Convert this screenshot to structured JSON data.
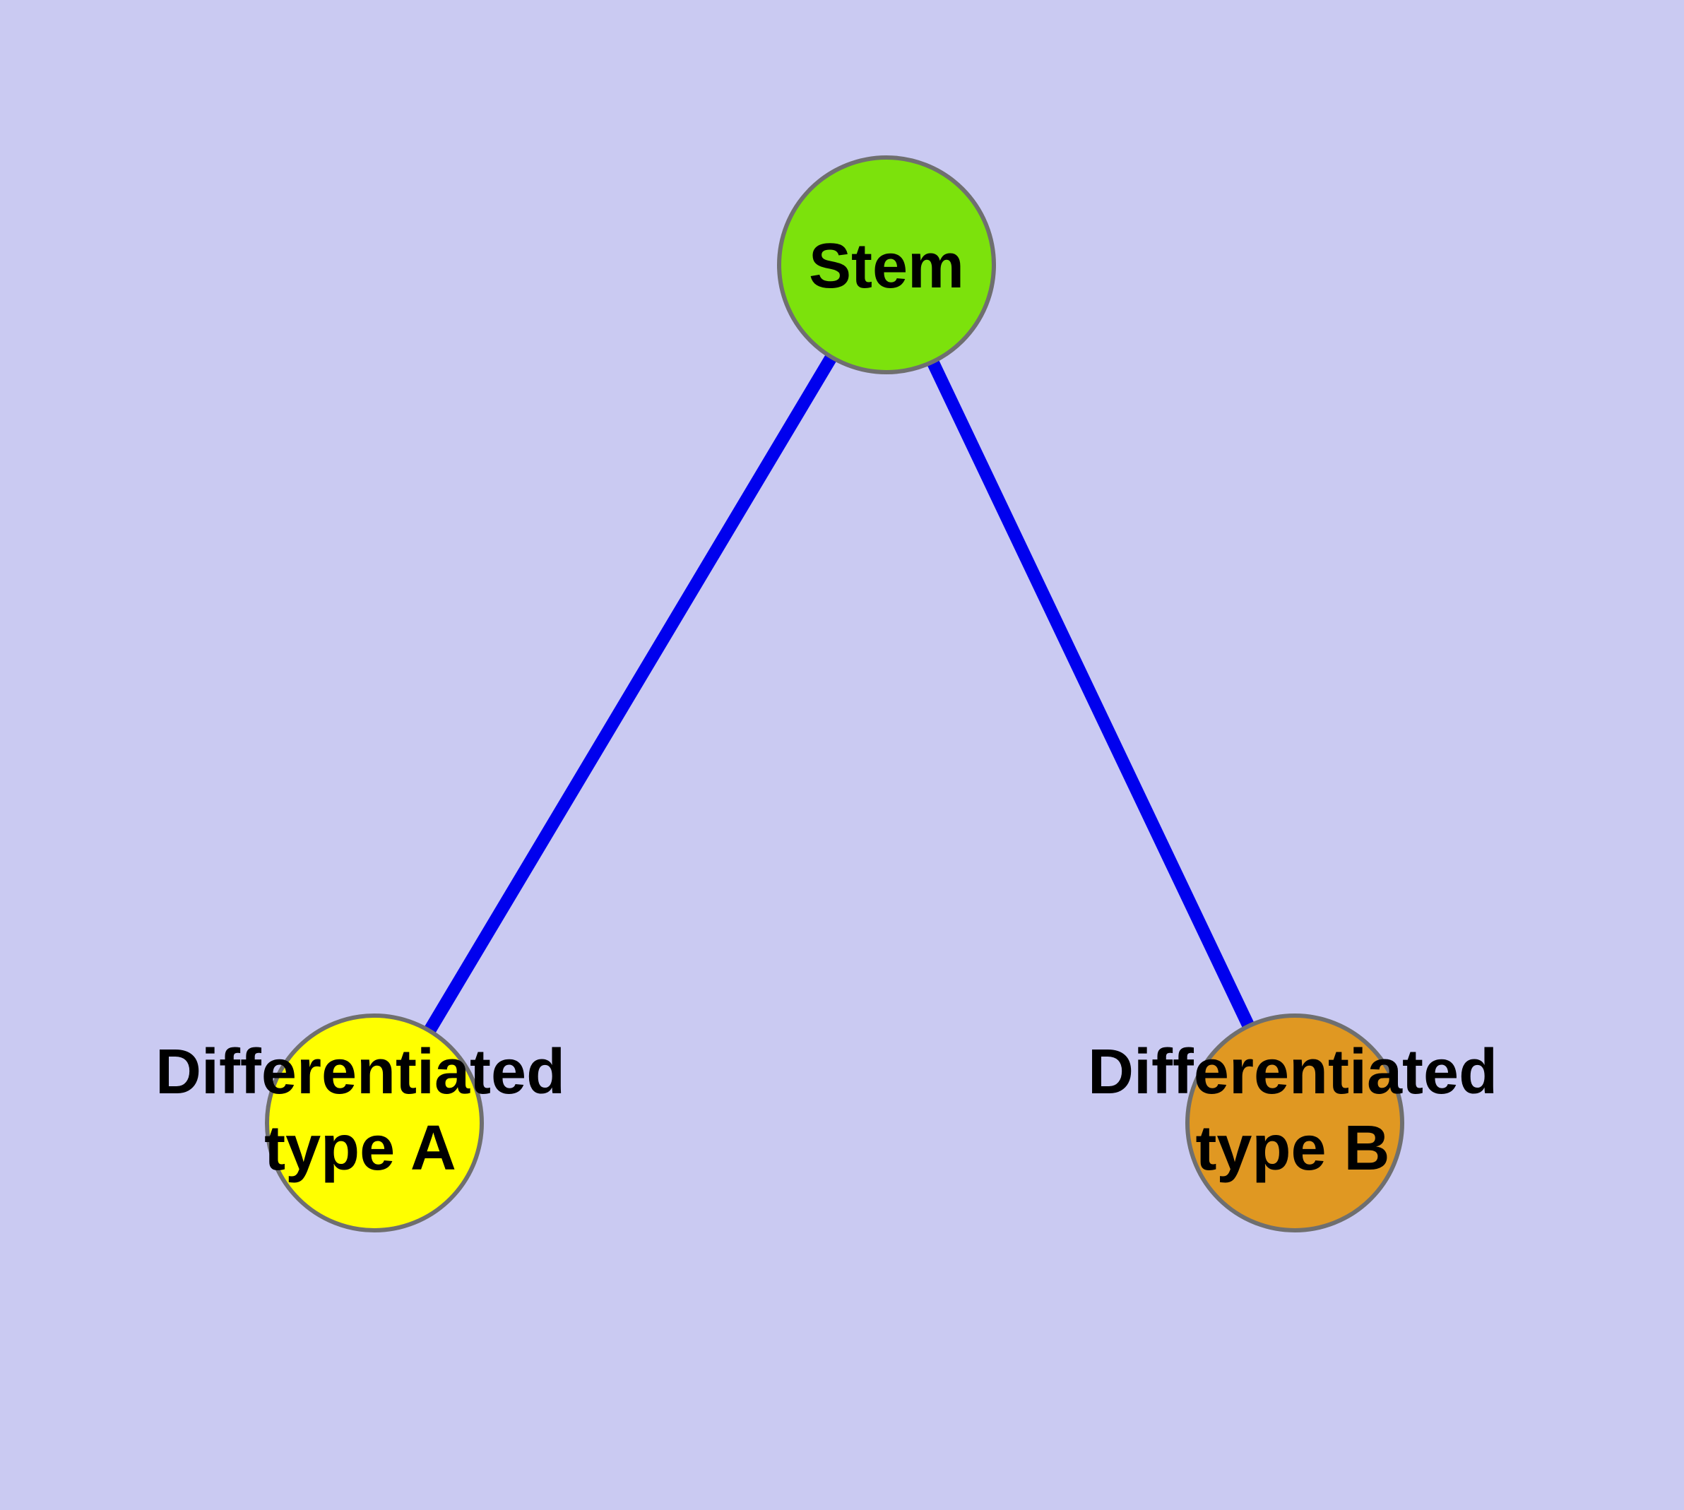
{
  "diagram": {
    "type": "node-link-graph",
    "background_color": "#cacaf2",
    "edge_color": "#0000ee",
    "node_border_color": "#6f6f6f",
    "label_color": "#000000",
    "nodes": [
      {
        "id": "stem",
        "label": "Stem",
        "color": "#7ce20c"
      },
      {
        "id": "differentiated-type-a",
        "label": "Differentiated\ntype A",
        "color": "#ffff00"
      },
      {
        "id": "differentiated-type-b",
        "label": "Differentiated\ntype B",
        "color": "#e09822"
      }
    ],
    "edges": [
      {
        "from": "stem",
        "to": "differentiated-type-a"
      },
      {
        "from": "stem",
        "to": "differentiated-type-b"
      }
    ]
  }
}
